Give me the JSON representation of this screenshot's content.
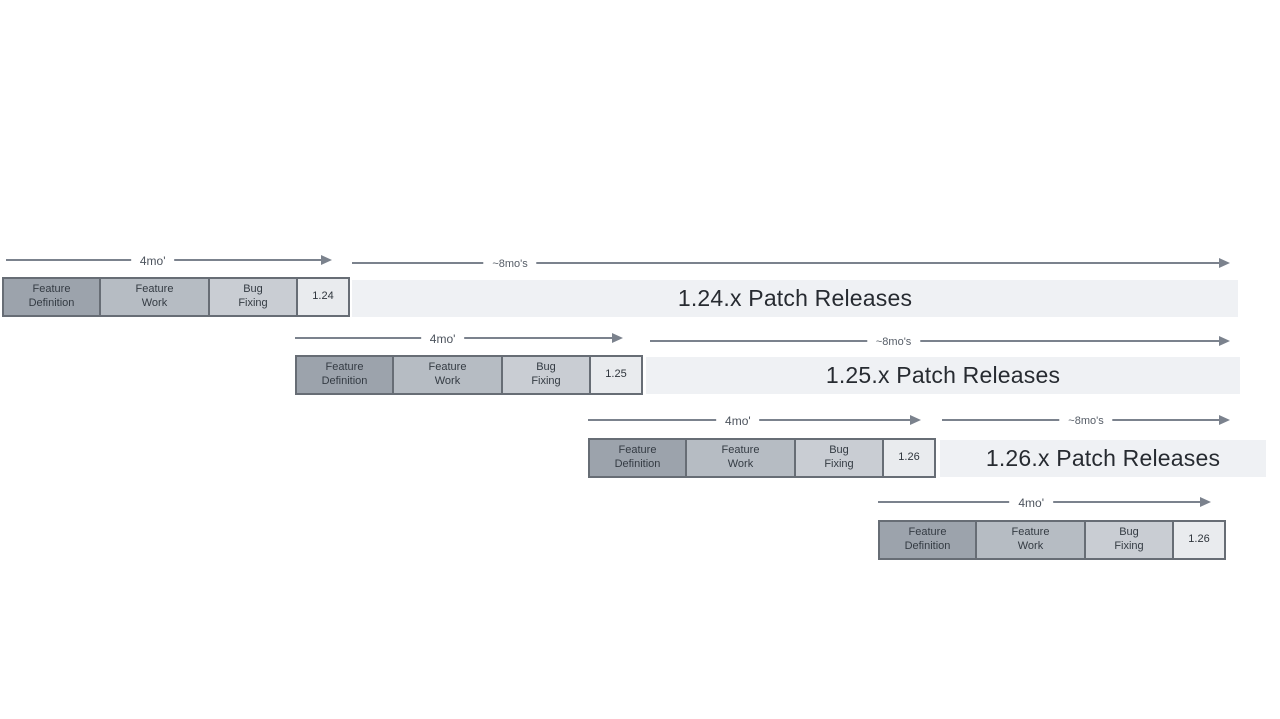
{
  "diagram": {
    "rows": [
      {
        "version": "1.24",
        "cycle_arrow_label": "4mo'",
        "patch_arrow_label": "~8mo's",
        "patch_bar_label": "1.24.x Patch Releases",
        "phases": [
          "Feature\nDefinition",
          "Feature\nWork",
          "Bug\nFixing"
        ]
      },
      {
        "version": "1.25",
        "cycle_arrow_label": "4mo'",
        "patch_arrow_label": "~8mo's",
        "patch_bar_label": "1.25.x Patch Releases",
        "phases": [
          "Feature\nDefinition",
          "Feature\nWork",
          "Bug\nFixing"
        ]
      },
      {
        "version": "1.26",
        "cycle_arrow_label": "4mo'",
        "patch_arrow_label": "~8mo's",
        "patch_bar_label": "1.26.x Patch Releases",
        "phases": [
          "Feature\nDefinition",
          "Feature\nWork",
          "Bug\nFixing"
        ]
      },
      {
        "version": "1.26",
        "cycle_arrow_label": "4mo'",
        "phases": [
          "Feature\nDefinition",
          "Feature\nWork",
          "Bug\nFixing"
        ]
      }
    ],
    "colors": {
      "feature_definition_fill": "#9ca3ac",
      "feature_work_fill": "#b6bcc3",
      "bug_fixing_fill": "#c9cdd3",
      "version_box_fill": "#e9ebee",
      "box_border": "#676d75",
      "patch_bar_fill": "#eff1f4",
      "arrow": "#7b828d",
      "text": "#272b31"
    }
  }
}
